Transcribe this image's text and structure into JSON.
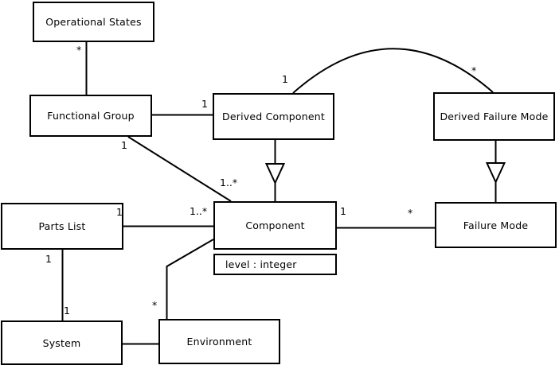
{
  "diagram": {
    "type": "uml-class-diagram",
    "colors": {
      "line": "#000000",
      "background": "#ffffff",
      "box_fill": "#ffffff",
      "text": "#000000"
    },
    "classes": [
      {
        "id": "operational-states",
        "name": "Operational States"
      },
      {
        "id": "functional-group",
        "name": "Functional Group"
      },
      {
        "id": "derived-component",
        "name": "Derived Component"
      },
      {
        "id": "derived-failure-mode",
        "name": "Derived Failure Mode"
      },
      {
        "id": "parts-list",
        "name": "Parts List"
      },
      {
        "id": "component",
        "name": "Component",
        "attributes": [
          "level : integer"
        ]
      },
      {
        "id": "failure-mode",
        "name": "Failure Mode"
      },
      {
        "id": "system",
        "name": "System"
      },
      {
        "id": "environment",
        "name": "Environment"
      }
    ],
    "multiplicities": [
      {
        "text": "*",
        "edge": "operational-states-functional-group",
        "end": "operational-states"
      },
      {
        "text": "1",
        "edge": "functional-group-component",
        "end": "functional-group"
      },
      {
        "text": "1",
        "edge": "functional-group-derived-component",
        "end": "derived-component"
      },
      {
        "text": "1",
        "edge": "derived-component-derived-failure-mode",
        "end": "derived-component"
      },
      {
        "text": "*",
        "edge": "derived-component-derived-failure-mode",
        "end": "derived-failure-mode"
      },
      {
        "text": "1..*",
        "edge": "functional-group-component",
        "end": "component"
      },
      {
        "text": "1",
        "edge": "parts-list-component",
        "end": "parts-list"
      },
      {
        "text": "1..*",
        "edge": "parts-list-component",
        "end": "component"
      },
      {
        "text": "1",
        "edge": "component-failure-mode",
        "end": "component"
      },
      {
        "text": "*",
        "edge": "component-failure-mode",
        "end": "failure-mode"
      },
      {
        "text": "1",
        "edge": "parts-list-system",
        "end": "parts-list"
      },
      {
        "text": "1",
        "edge": "parts-list-system",
        "end": "system"
      },
      {
        "text": "*",
        "edge": "component-environment",
        "end": "environment"
      }
    ],
    "relationships": [
      {
        "from": "operational-states",
        "to": "functional-group",
        "type": "association"
      },
      {
        "from": "functional-group",
        "to": "derived-component",
        "type": "association"
      },
      {
        "from": "functional-group",
        "to": "component",
        "type": "association"
      },
      {
        "from": "derived-component",
        "to": "derived-failure-mode",
        "type": "association",
        "shape": "curved"
      },
      {
        "from": "derived-component",
        "to": "component",
        "type": "generalization"
      },
      {
        "from": "derived-failure-mode",
        "to": "failure-mode",
        "type": "generalization"
      },
      {
        "from": "parts-list",
        "to": "component",
        "type": "association"
      },
      {
        "from": "component",
        "to": "failure-mode",
        "type": "association"
      },
      {
        "from": "parts-list",
        "to": "system",
        "type": "association"
      },
      {
        "from": "system",
        "to": "environment",
        "type": "association"
      },
      {
        "from": "component",
        "to": "environment",
        "type": "association",
        "shape": "elbow"
      }
    ]
  }
}
